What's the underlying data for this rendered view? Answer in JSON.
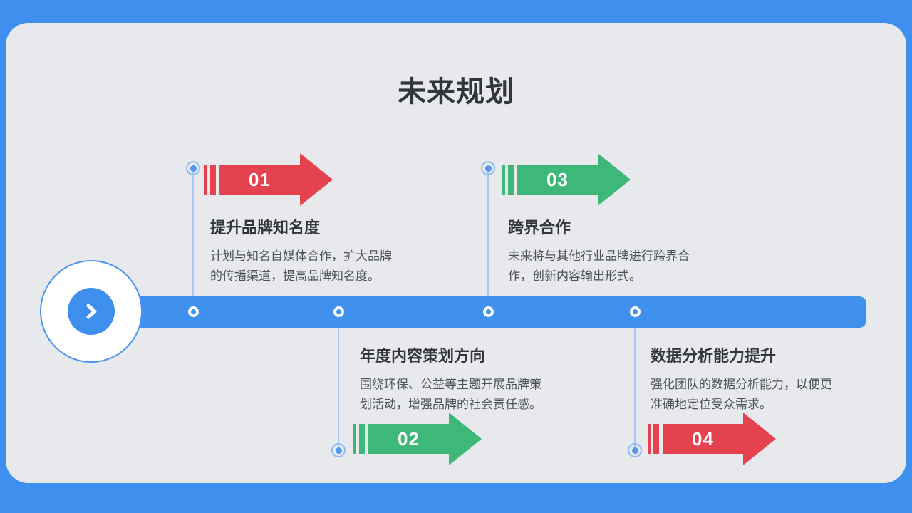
{
  "title": "未来规划",
  "colors": {
    "background_blue": "#3f90ee",
    "card_gray": "#e8e9ec",
    "timeline_blue": "#4090ee",
    "arrow_red": "#e5424f",
    "arrow_green": "#3eb878",
    "connector_blue": "#a9c9f4",
    "heading_text": "#33373d",
    "body_text": "#4e535b"
  },
  "items": [
    {
      "number": "01",
      "accent": "red",
      "heading": "提升品牌知名度",
      "body": "计划与知名自媒体合作，扩大品牌的传播渠道，提高品牌知名度。"
    },
    {
      "number": "02",
      "accent": "green",
      "heading": "年度内容策划方向",
      "body": "围绕环保、公益等主题开展品牌策划活动，增强品牌的社会责任感。"
    },
    {
      "number": "03",
      "accent": "green",
      "heading": "跨界合作",
      "body": "未来将与其他行业品牌进行跨界合作，创新内容输出形式。"
    },
    {
      "number": "04",
      "accent": "red",
      "heading": "数据分析能力提升",
      "body": "强化团队的数据分析能力，以便更准确地定位受众需求。"
    }
  ]
}
